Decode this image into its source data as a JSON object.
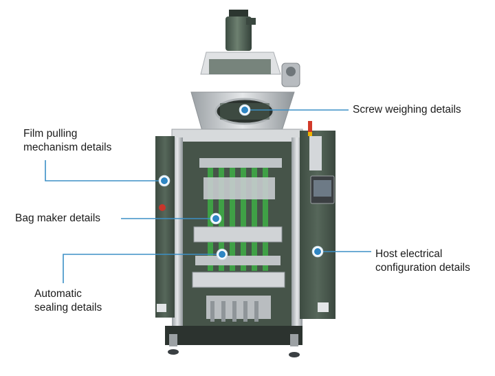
{
  "callouts": [
    {
      "id": "screw-weighing",
      "lines": [
        "Screw weighing details"
      ]
    },
    {
      "id": "film-pulling",
      "lines": [
        "Film pulling",
        "mechanism details"
      ]
    },
    {
      "id": "bag-maker",
      "lines": [
        "Bag maker details"
      ]
    },
    {
      "id": "host-electrical",
      "lines": [
        "Host electrical",
        "configuration details"
      ]
    },
    {
      "id": "automatic-sealing",
      "lines": [
        "Automatic",
        "sealing details"
      ]
    }
  ],
  "colors": {
    "leader_line": "#3b8fc6",
    "marker": "#2f86c3",
    "machine_frame": "#4a5a4e",
    "stainless": "#c9cdd0",
    "forming_tubes": "#3fa046"
  },
  "icons": [
    "warning-light-icon",
    "touch-screen-icon",
    "emergency-stop-icon"
  ]
}
